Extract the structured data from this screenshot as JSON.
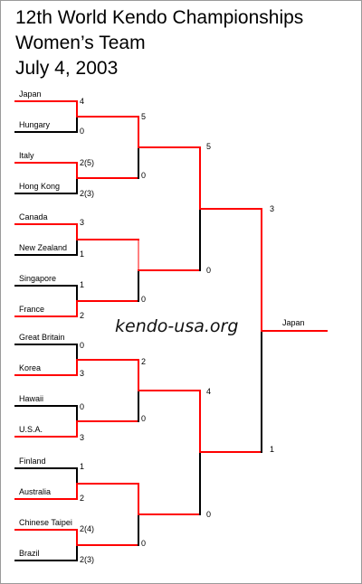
{
  "header": {
    "line1": "12th World Kendo Championships",
    "line2": "Women’s Team",
    "line3": "July 4, 2003"
  },
  "watermark": "kendo-usa.org",
  "colors": {
    "winner": "#ff0000",
    "loser": "#000000"
  },
  "teams": {
    "japan": "Japan",
    "hungary": "Hungary",
    "italy": "Italy",
    "hong_kong": "Hong Kong",
    "canada": "Canada",
    "new_zealand": "New Zealand",
    "singapore": "Singapore",
    "france": "France",
    "great_britain": "Great Britain",
    "korea": "Korea",
    "hawaii": "Hawaii",
    "usa": "U.S.A.",
    "finland": "Finland",
    "australia": "Australia",
    "chinese_taipei": "Chinese Taipei",
    "brazil": "Brazil"
  },
  "round1": {
    "japan": "4",
    "hungary": "0",
    "italy": "2(5)",
    "hong_kong": "2(3)",
    "canada": "3",
    "new_zealand": "1",
    "singapore": "1",
    "france": "2",
    "great_britain": "0",
    "korea": "3",
    "hawaii": "0",
    "usa": "3",
    "finland": "1",
    "australia": "2",
    "chinese_taipei": "2(4)",
    "brazil": "2(3)"
  },
  "round2": {
    "japan": "5",
    "italy": "0",
    "canada": "",
    "france": "0",
    "korea": "2",
    "usa": "0",
    "australia": "",
    "chinese_taipei": "0"
  },
  "round3": {
    "japan": "5",
    "france": "0",
    "korea": "4",
    "chinese_taipei": "0"
  },
  "final": {
    "japan": "3",
    "korea": "1",
    "champion": "Japan"
  }
}
